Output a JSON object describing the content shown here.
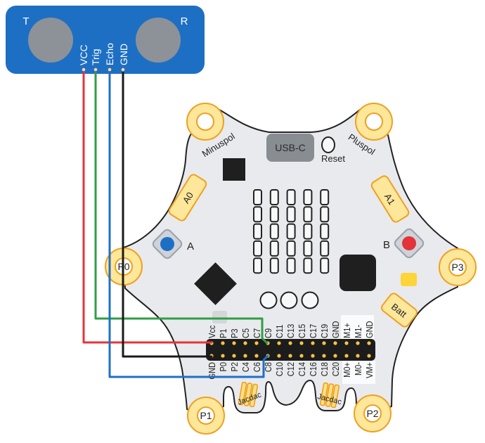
{
  "sensor": {
    "transmitter_label": "T",
    "receiver_label": "R",
    "pins": [
      {
        "label": "VCC"
      },
      {
        "label": "Trig"
      },
      {
        "label": "Echo"
      },
      {
        "label": "GND"
      }
    ]
  },
  "board": {
    "holes": {
      "p0": "P0",
      "p1": "P1",
      "p2": "P2",
      "p3": "P3"
    },
    "minuspol_label": "Minuspol",
    "pluspol_label": "Pluspol",
    "usb_label": "USB-C",
    "reset_label": "Reset",
    "pads": {
      "a0": "A0",
      "a1": "A1",
      "batt": "Batt"
    },
    "buttons": {
      "a": {
        "label": "A",
        "color": "#1d6fc4"
      },
      "b": {
        "label": "B",
        "color": "#e2323a"
      }
    },
    "led_matrix": {
      "rows": 5,
      "cols": 5
    },
    "jacdac_labels": [
      "Jacdac",
      "Jacdac"
    ],
    "header": {
      "top_row": [
        "Vcc",
        "P1",
        "P3",
        "C5",
        "C7",
        "C9",
        "C11",
        "C13",
        "C15",
        "C17",
        "C19",
        "GND",
        "M1+",
        "M1-",
        "GND"
      ],
      "bottom_row": [
        "GND",
        "P0",
        "P2",
        "C4",
        "C6",
        "C8",
        "C10",
        "C12",
        "C14",
        "C16",
        "C18",
        "C20",
        "M0+",
        "M0-",
        "VM+"
      ]
    }
  },
  "wires": [
    {
      "from": "VCC",
      "to": "Vcc",
      "color": "#e5343a"
    },
    {
      "from": "Trig",
      "to": "C9",
      "color": "#2f9e44"
    },
    {
      "from": "Echo",
      "to": "C8",
      "color": "#1f6fc7"
    },
    {
      "from": "GND",
      "to": "GND",
      "color": "#1a1a1a"
    }
  ]
}
